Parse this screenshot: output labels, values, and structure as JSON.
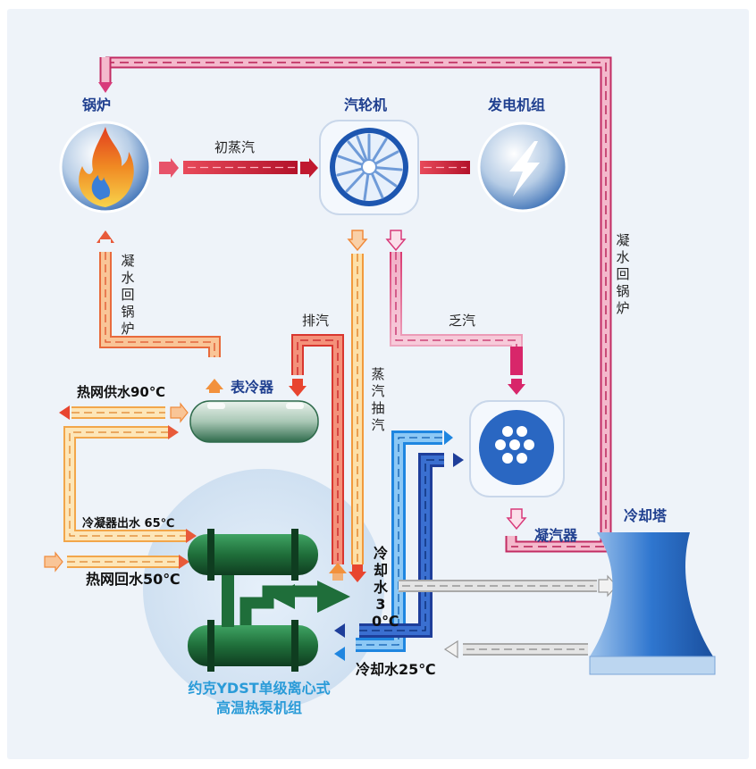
{
  "components": {
    "boiler": "锅炉",
    "turbine": "汽轮机",
    "generator": "发电机组",
    "surface_cooler": "表冷器",
    "condenser": "凝汽器",
    "cooling_tower": "冷却塔"
  },
  "flows": {
    "initial_steam": "初蒸汽",
    "exhaust_steam": "排汽",
    "spent_steam": "乏汽",
    "steam_extraction": "蒸汽抽汽",
    "condensate_to_boiler_left": "凝水回锅炉",
    "condensate_to_boiler_right": "凝水回锅炉"
  },
  "heat_network": {
    "supply": "热网供水90℃",
    "condenser_outlet": "冷凝器出水 65℃",
    "return": "热网回水50℃"
  },
  "cooling_water": {
    "hot": "冷却水30℃",
    "cold": "冷却水25℃"
  },
  "heat_pump": {
    "line1": "约克YDST单级离心式",
    "line2": "高温热泵机组"
  },
  "colors": {
    "steam_red": "#d8263c",
    "condensate_pink": "#d9447a",
    "warm_orange": "#f2a64a",
    "cold_blue": "#1a6fd0",
    "deep_blue": "#1e3e9a",
    "grey_pipe": "#9a9a9a",
    "heat_pump_green": "#1f6e3a",
    "label_blue": "#1f3f8f",
    "caption_blue": "#2a9bd8"
  },
  "icons": [
    "flame-icon",
    "turbine-fan-icon",
    "lightning-icon",
    "cooler-tank-icon",
    "condenser-icon",
    "cooling-tower-icon",
    "heat-pump-icon"
  ]
}
